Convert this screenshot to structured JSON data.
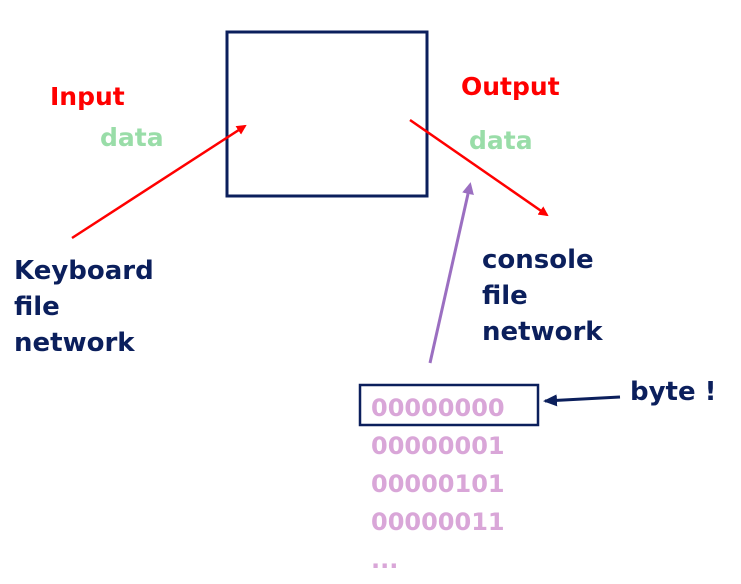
{
  "labels": {
    "input": "Input",
    "input_data": "data",
    "output": "Output",
    "output_data": "data",
    "byte_note": "byte !"
  },
  "sources": [
    "Keyboard",
    "file",
    "network"
  ],
  "destinations": [
    "console",
    "file",
    "network"
  ],
  "bytes": [
    "00000000",
    "00000001",
    "00000101",
    "00000011",
    "..."
  ],
  "colors": {
    "red": "#ff0000",
    "green": "#99dda8",
    "navy": "#0b1f5c",
    "purple": "#9b6fc1",
    "pink": "#d9a6d8"
  }
}
